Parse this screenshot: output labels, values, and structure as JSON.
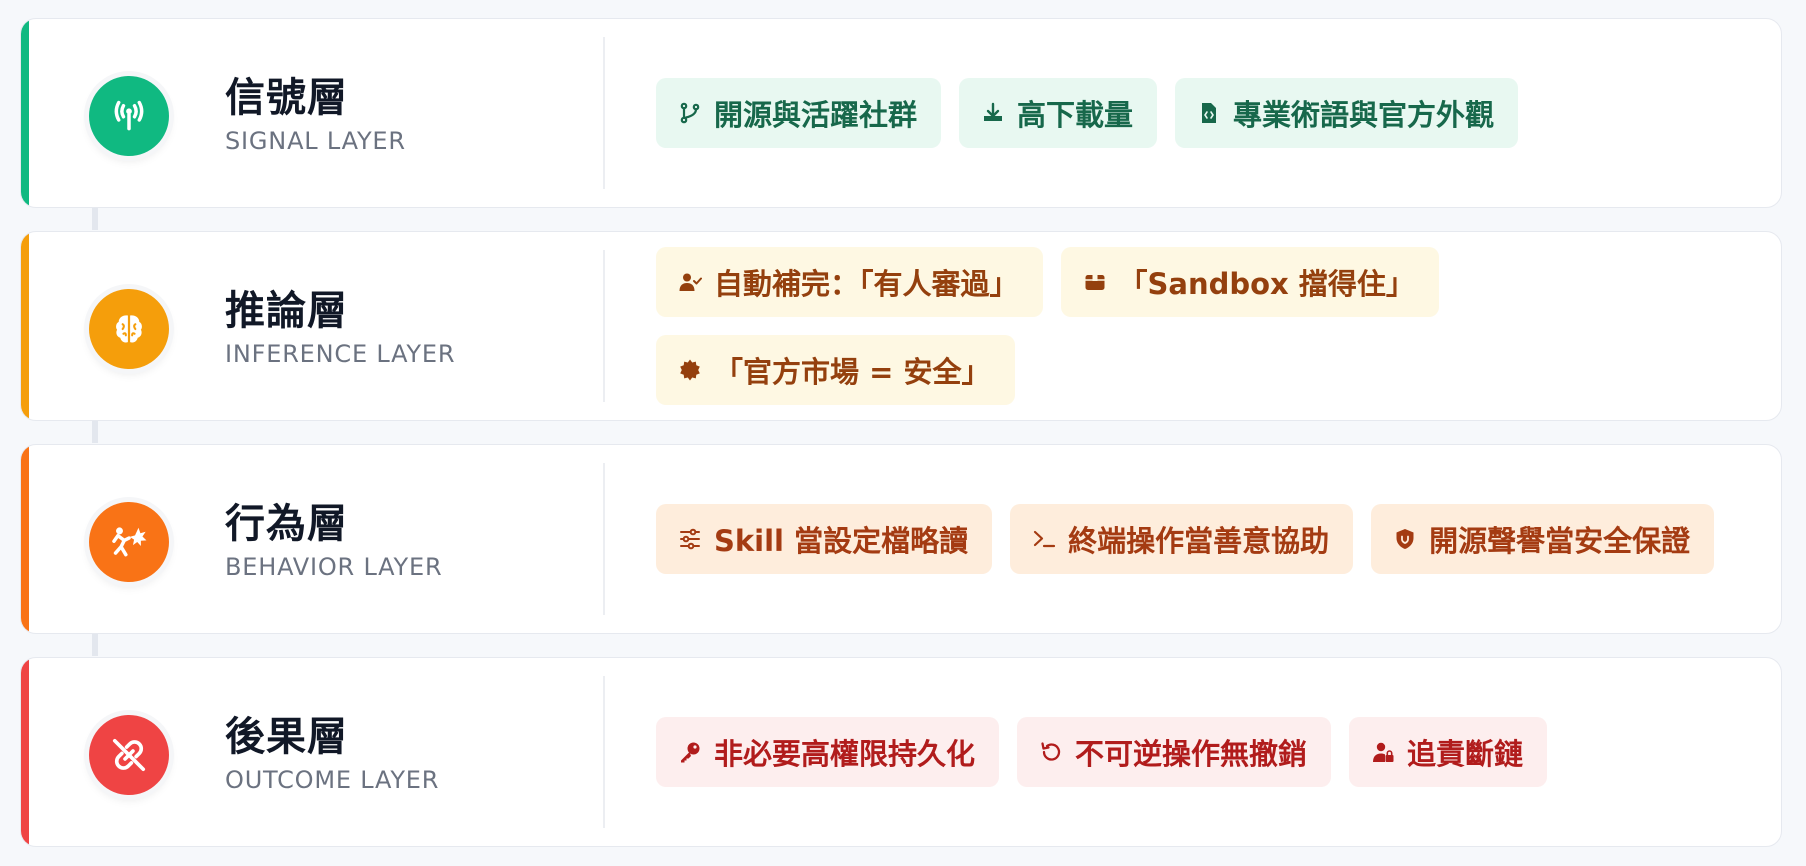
{
  "layers": [
    {
      "title": "信號層",
      "subtitle": "SIGNAL LAYER",
      "icon": "antenna-icon",
      "accent_color": "#10b981",
      "chips": [
        {
          "icon": "git-branch-icon",
          "label": "開源與活躍社群"
        },
        {
          "icon": "download-icon",
          "label": "高下載量"
        },
        {
          "icon": "code-file-icon",
          "label": "專業術語與官方外觀"
        }
      ]
    },
    {
      "title": "推論層",
      "subtitle": "INFERENCE LAYER",
      "icon": "brain-icon",
      "accent_color": "#f59e0b",
      "chips": [
        {
          "icon": "user-check-icon",
          "label": "自動補完：「有人審過」"
        },
        {
          "icon": "box-icon",
          "label": "「Sandbox 擋得住」"
        },
        {
          "icon": "certificate-icon",
          "label": "「官方市場 = 安全」"
        }
      ]
    },
    {
      "title": "行為層",
      "subtitle": "BEHAVIOR LAYER",
      "icon": "person-burst-icon",
      "accent_color": "#f97316",
      "chips": [
        {
          "icon": "sliders-icon",
          "label": "Skill 當設定檔略讀"
        },
        {
          "icon": "terminal-icon",
          "label": "終端操作當善意協助"
        },
        {
          "icon": "shield-icon",
          "label": "開源聲譽當安全保證"
        }
      ]
    },
    {
      "title": "後果層",
      "subtitle": "OUTCOME LAYER",
      "icon": "broken-link-icon",
      "accent_color": "#ef4444",
      "chips": [
        {
          "icon": "key-icon",
          "label": "非必要高權限持久化"
        },
        {
          "icon": "undo-icon",
          "label": "不可逆操作無撤銷"
        },
        {
          "icon": "user-lock-icon",
          "label": "追責斷鏈"
        }
      ]
    }
  ]
}
